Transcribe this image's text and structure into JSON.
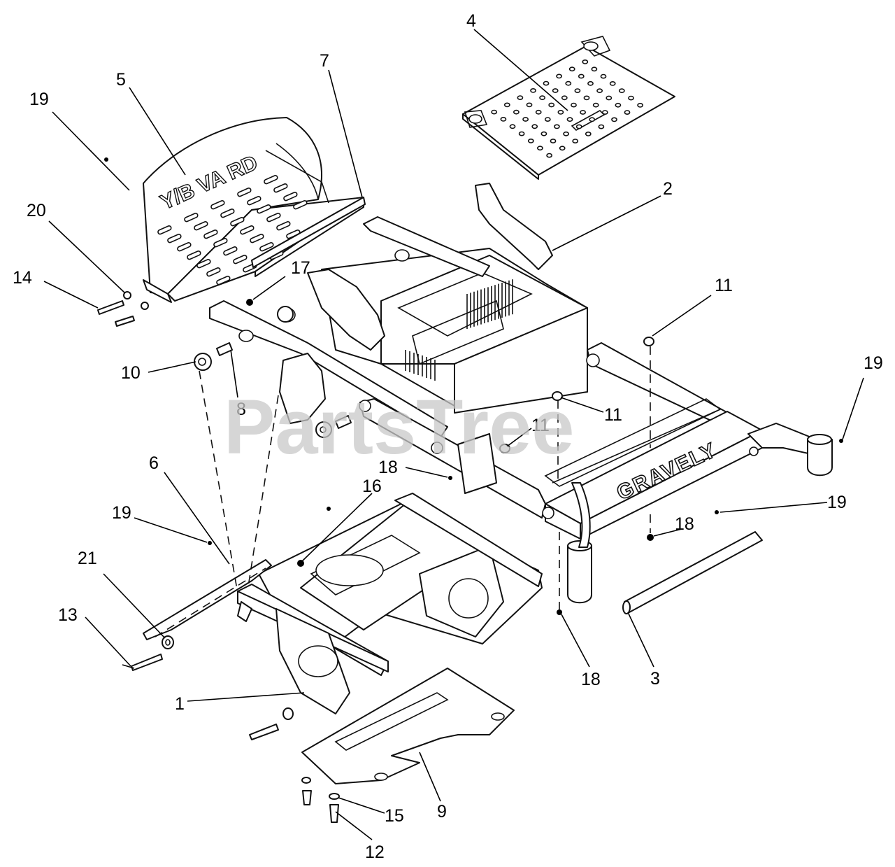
{
  "watermark": "PartsTree",
  "brand_marking": "GRAVELY",
  "callouts": {
    "c1": "1",
    "c2": "2",
    "c3": "3",
    "c4": "4",
    "c5": "5",
    "c6": "6",
    "c7": "7",
    "c8": "8",
    "c9": "9",
    "c10": "10",
    "c11a": "11",
    "c11b": "11",
    "c11c": "11",
    "c12": "12",
    "c13": "13",
    "c14": "14",
    "c15": "15",
    "c16": "16",
    "c17": "17",
    "c18a": "18",
    "c18b": "18",
    "c18c": "18",
    "c19a": "19",
    "c19b": "19",
    "c19c": "19",
    "c19d": "19",
    "c20": "20",
    "c21": "21"
  }
}
